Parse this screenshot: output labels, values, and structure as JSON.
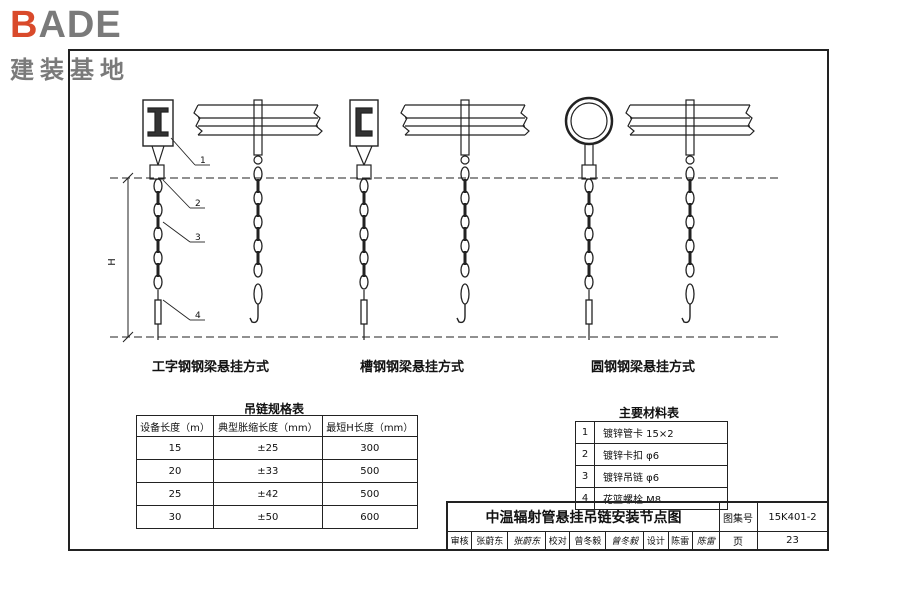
{
  "logo": {
    "brand_accent": "B",
    "brand_rest": "ADE",
    "sub": "建装基地",
    "accent_color": "#d94a2b"
  },
  "callouts": [
    "1",
    "2",
    "3",
    "4"
  ],
  "dimension_label": "H",
  "captions": [
    "工字钢钢梁悬挂方式",
    "槽钢钢梁悬挂方式",
    "圆钢钢梁悬挂方式"
  ],
  "chain_table": {
    "title": "吊链规格表",
    "headers": [
      "设备长度（m）",
      "典型胀缩长度（mm）",
      "最短H长度（mm）"
    ],
    "rows": [
      [
        "15",
        "±25",
        "300"
      ],
      [
        "20",
        "±33",
        "500"
      ],
      [
        "25",
        "±42",
        "500"
      ],
      [
        "30",
        "±50",
        "600"
      ]
    ]
  },
  "material_table": {
    "title": "主要材料表",
    "rows": [
      [
        "1",
        "镀锌管卡 15×2"
      ],
      [
        "2",
        "镀锌卡扣 φ6"
      ],
      [
        "3",
        "镀锌吊链 φ6"
      ],
      [
        "4",
        "花篮螺栓 M8"
      ]
    ]
  },
  "title_block": {
    "title": "中温辐射管悬挂吊链安装节点图",
    "atlas_label": "图集号",
    "atlas_no": "15K401-2",
    "page_label": "页",
    "page_no": "23",
    "review_label": "审核",
    "reviewer": "张蔚东",
    "check_label": "校对",
    "checker": "曾冬毅",
    "design_label": "设计",
    "designer": "陈雷",
    "sig1": "张蔚东",
    "sig2": "曾冬毅",
    "sig3": "陈雷"
  }
}
